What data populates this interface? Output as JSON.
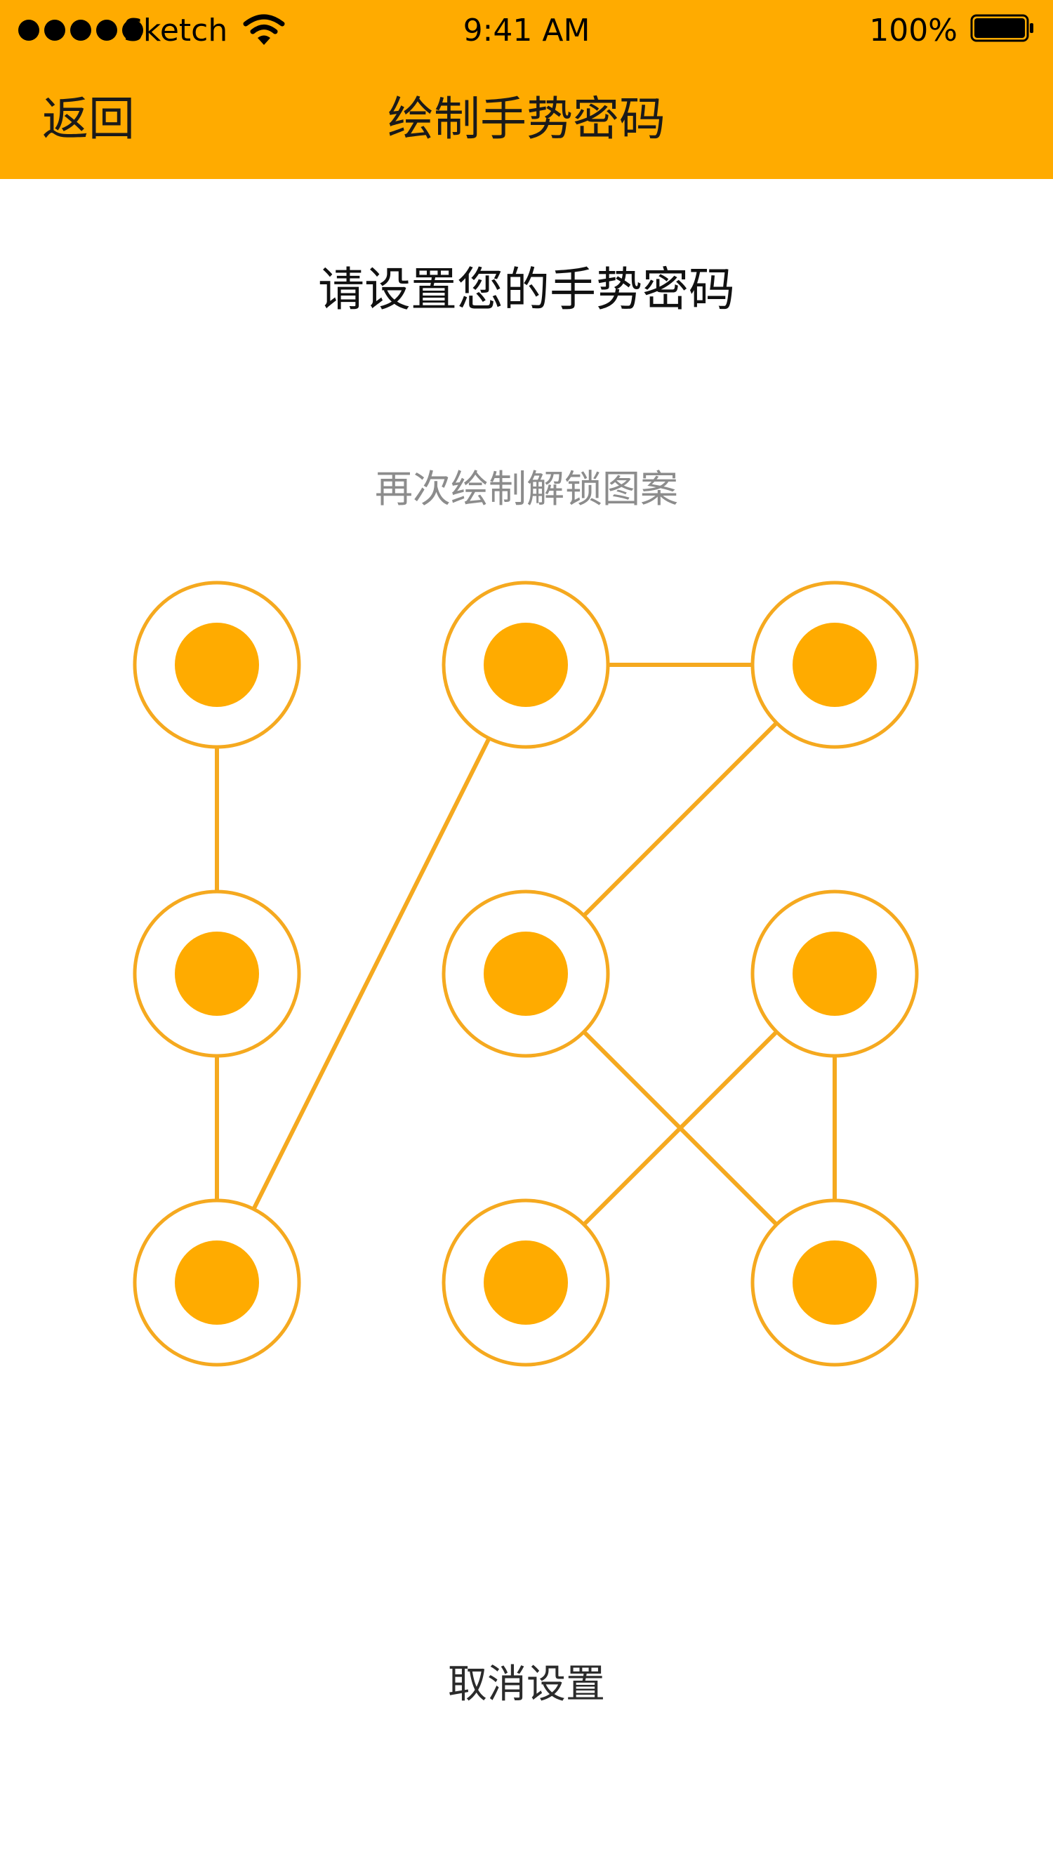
{
  "status_bar": {
    "carrier": "Sketch",
    "time": "9:41 AM",
    "battery": "100%",
    "icons": [
      "signal-dots-icon",
      "wifi-icon",
      "battery-icon"
    ]
  },
  "nav": {
    "back_label": "返回",
    "title": "绘制手势密码"
  },
  "content": {
    "heading": "请设置您的手势密码",
    "hint": "再次绘制解锁图案"
  },
  "pattern": {
    "rows": 3,
    "cols": 3,
    "path": [
      3,
      0
    ],
    "segments": [
      [
        0,
        3
      ],
      [
        3,
        6
      ],
      [
        6,
        1
      ],
      [
        1,
        2
      ],
      [
        2,
        4
      ],
      [
        4,
        8
      ],
      [
        8,
        5
      ],
      [
        5,
        7
      ]
    ]
  },
  "footer": {
    "cancel_label": "取消设置"
  },
  "colors": {
    "accent": "#FFAB00",
    "line": "#F5A91F",
    "ring": "#F5A91F",
    "text": "#111111",
    "hint": "#8C8C8C"
  }
}
